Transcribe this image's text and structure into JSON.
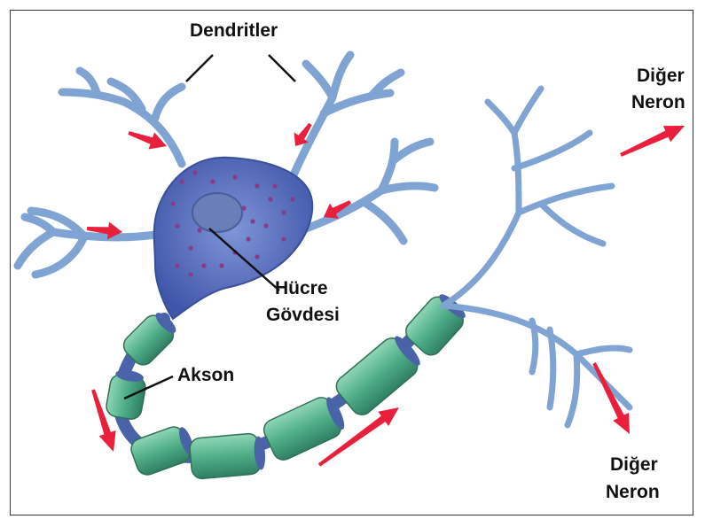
{
  "labels": {
    "dendrites": "Dendritler",
    "other_neuron_top_1": "Diğer",
    "other_neuron_top_2": "Neron",
    "cell_body_1": "Hücre",
    "cell_body_2": "Gövdesi",
    "axon": "Akson",
    "other_neuron_bottom_1": "Diğer",
    "other_neuron_bottom_2": "Neron"
  },
  "colors": {
    "dendrite": "#7fa3d3",
    "soma": "#5b74c4",
    "nucleus": "#6a7fb8",
    "myelin": "#4fae88",
    "node": "#4a63a8",
    "arrow": "#e8203c",
    "leader": "#111111"
  }
}
